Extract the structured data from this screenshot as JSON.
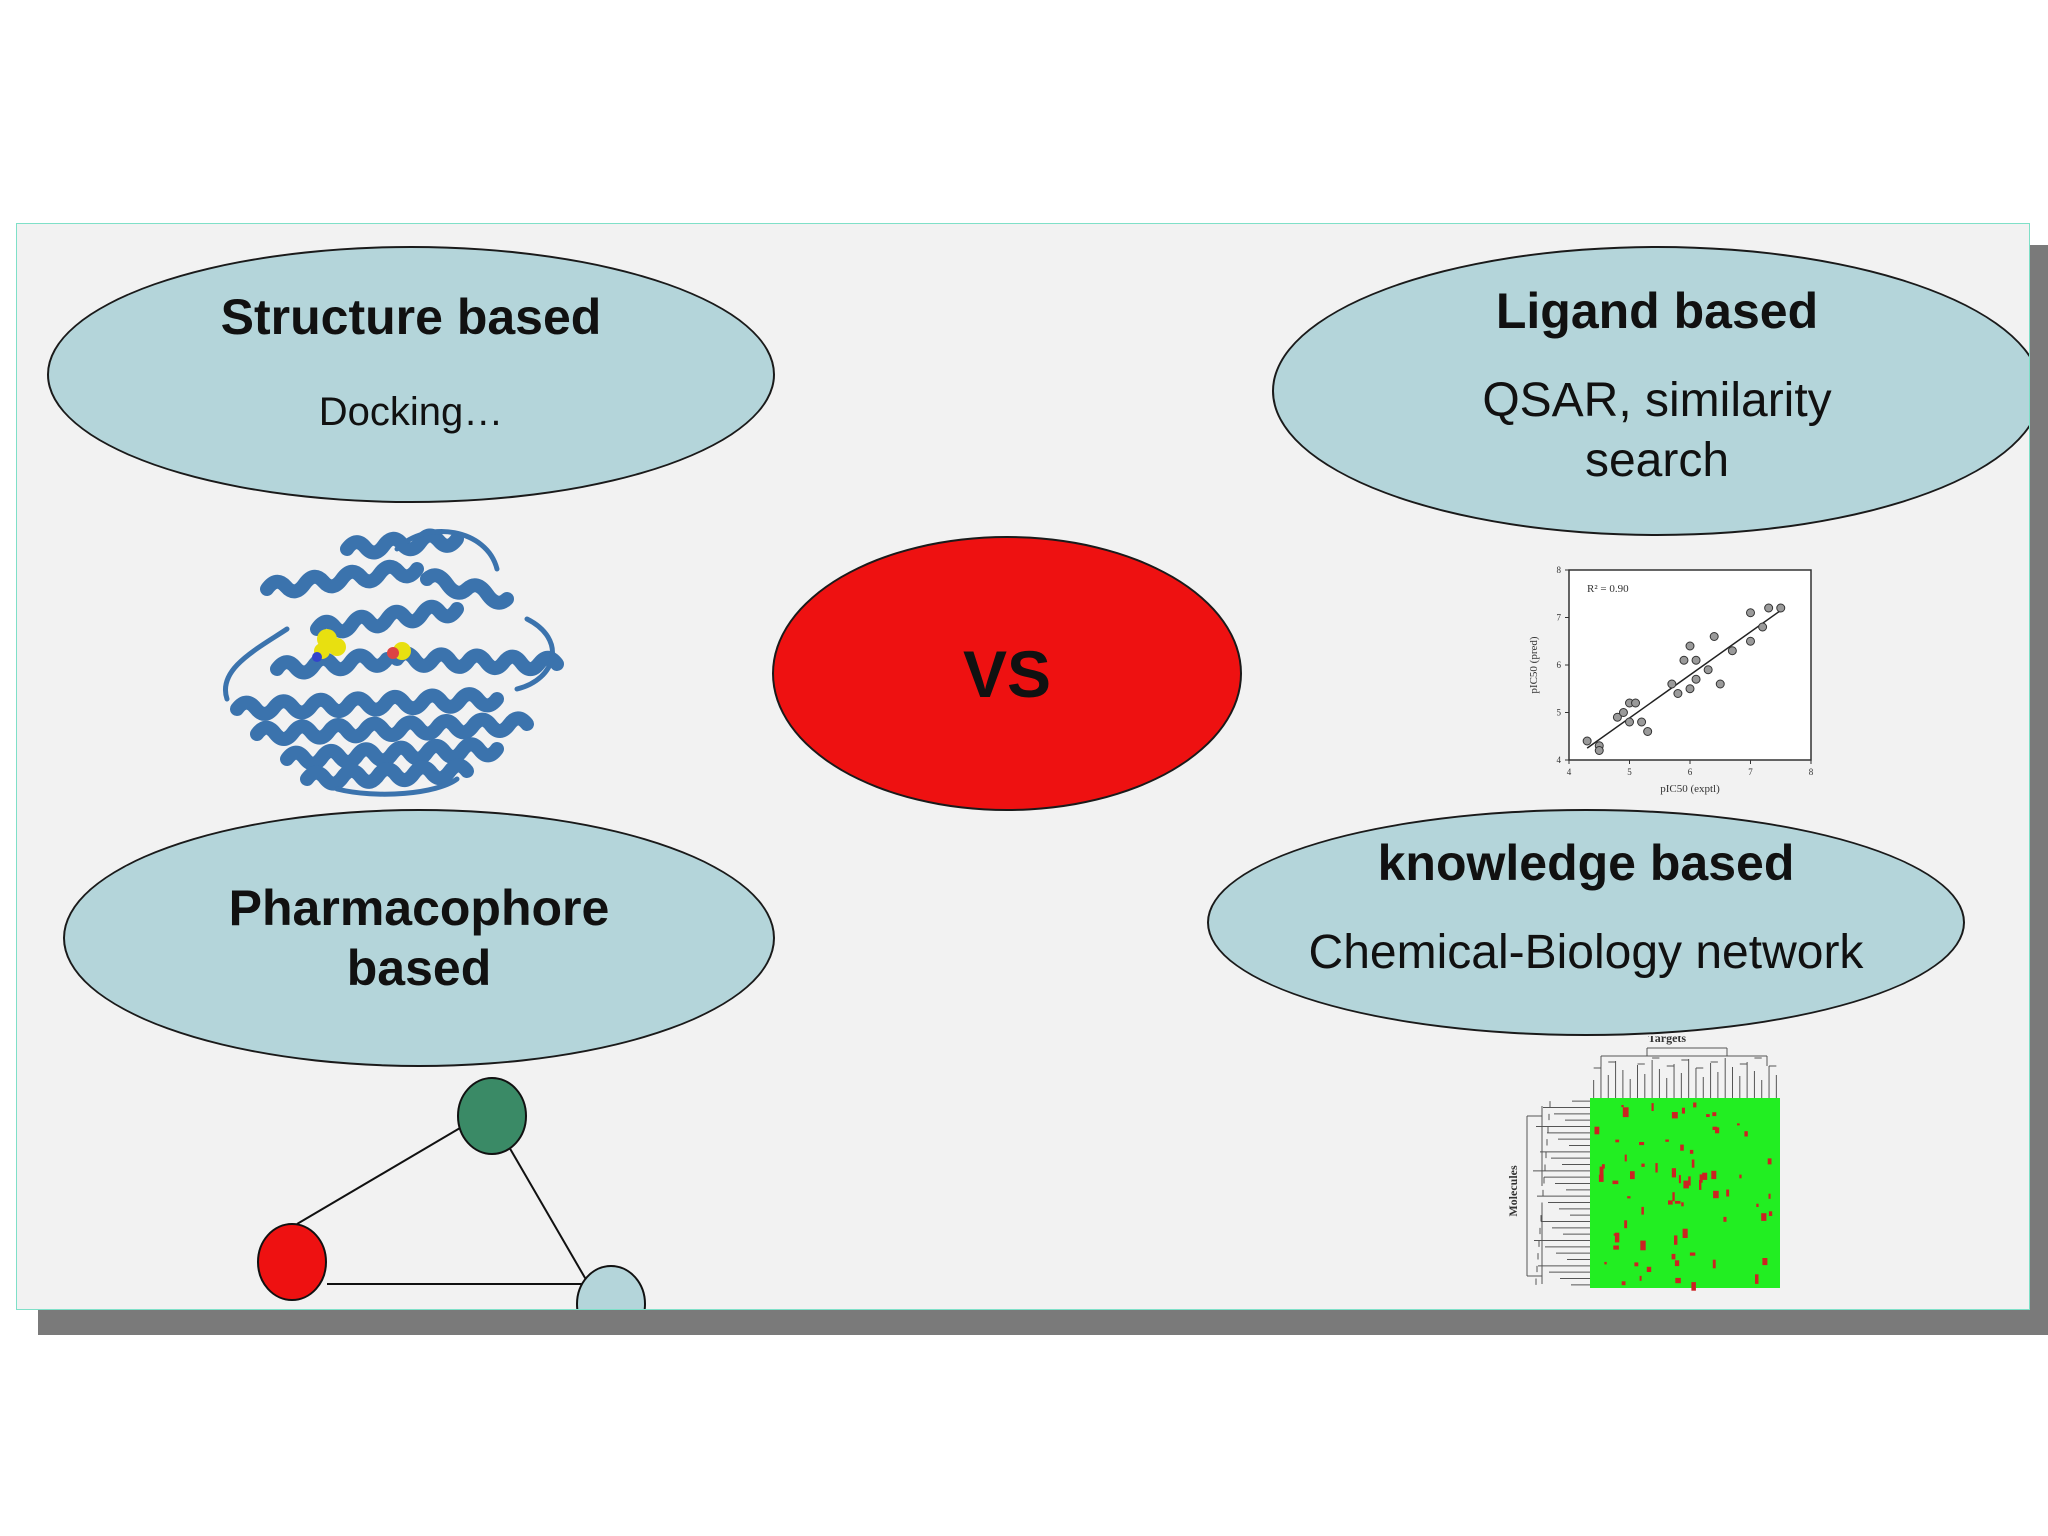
{
  "slide": {
    "center": {
      "label": "VS",
      "color": "#ee1111"
    },
    "structure": {
      "title": "Structure based",
      "subtitle": "Docking…"
    },
    "ligand": {
      "title": "Ligand based",
      "subtitle_line1": "QSAR, similarity",
      "subtitle_line2": "search"
    },
    "pharmacophore": {
      "title_line1": "Pharmacophore",
      "title_line2": "based"
    },
    "knowledge": {
      "title": "knowledge based",
      "subtitle": "Chemical-Biology network"
    },
    "colors": {
      "ellipse_fill": "#b4d5da",
      "protein": "#3b73ad",
      "heatmap_green": "#22ee22",
      "heatmap_red": "#cc2222"
    }
  },
  "scatter": {
    "annotation": "R² = 0.90",
    "xlabel": "pIC50 (exptl)",
    "ylabel": "pIC50 (pred)",
    "x_ticks": [
      "4",
      "5",
      "6",
      "7",
      "8"
    ],
    "y_ticks": [
      "4",
      "5",
      "6",
      "7",
      "8"
    ]
  },
  "heatmap": {
    "top_label": "Targets",
    "side_label": "Molecules"
  },
  "pharmacophore_nodes": [
    {
      "name": "node-green",
      "color": "#3a8a66"
    },
    {
      "name": "node-red",
      "color": "#ee1111"
    },
    {
      "name": "node-blue",
      "color": "#b4d5da"
    }
  ],
  "chart_data": {
    "type": "scatter",
    "title": "",
    "xlabel": "pIC50 (exptl)",
    "ylabel": "pIC50 (pred)",
    "xlim": [
      4,
      8
    ],
    "ylim": [
      4,
      8
    ],
    "points": [
      [
        4.3,
        4.4
      ],
      [
        4.5,
        4.3
      ],
      [
        4.5,
        4.2
      ],
      [
        4.8,
        4.9
      ],
      [
        4.9,
        5.0
      ],
      [
        5.0,
        4.8
      ],
      [
        5.0,
        5.2
      ],
      [
        5.1,
        5.2
      ],
      [
        5.2,
        4.8
      ],
      [
        5.3,
        4.6
      ],
      [
        5.7,
        5.6
      ],
      [
        5.8,
        5.4
      ],
      [
        5.9,
        6.1
      ],
      [
        6.0,
        5.5
      ],
      [
        6.0,
        6.4
      ],
      [
        6.1,
        6.1
      ],
      [
        6.1,
        5.7
      ],
      [
        6.3,
        5.9
      ],
      [
        6.4,
        6.6
      ],
      [
        6.5,
        5.6
      ],
      [
        6.7,
        6.3
      ],
      [
        7.0,
        6.5
      ],
      [
        7.0,
        7.1
      ],
      [
        7.2,
        6.8
      ],
      [
        7.3,
        7.2
      ],
      [
        7.5,
        7.2
      ]
    ],
    "fit_line": [
      [
        4.3,
        4.25
      ],
      [
        7.5,
        7.15
      ]
    ]
  }
}
